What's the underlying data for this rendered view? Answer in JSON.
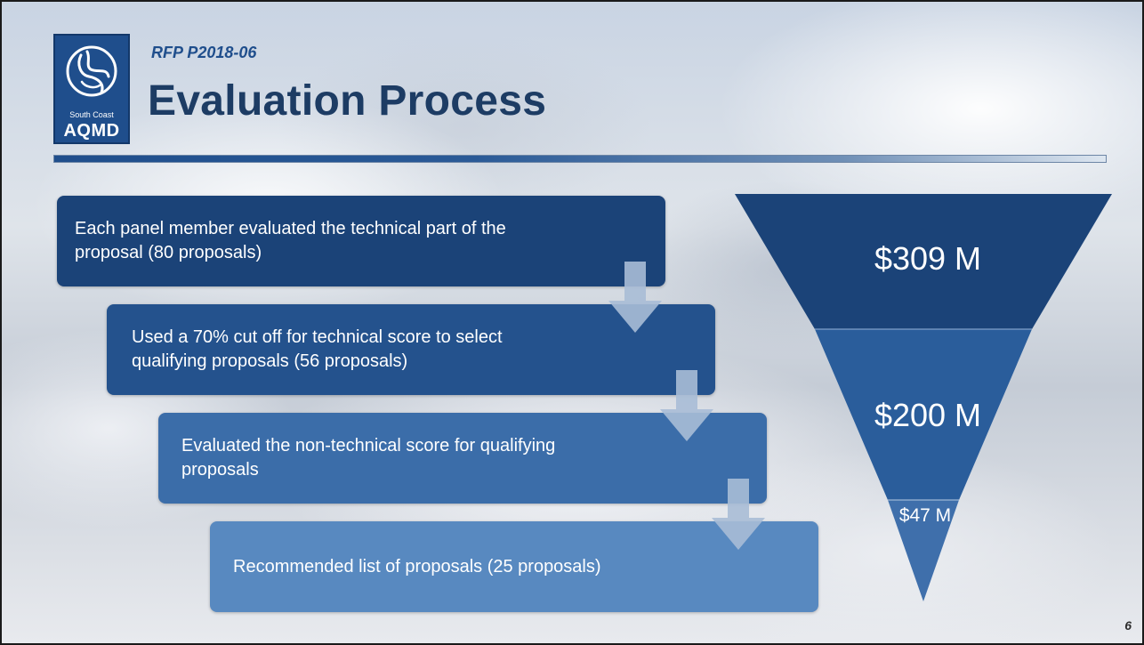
{
  "header": {
    "rfp_number": "RFP P2018-06",
    "title": "Evaluation Process"
  },
  "logo": {
    "line1": "South Coast",
    "line2": "AQMD"
  },
  "steps": [
    {
      "text": "Each panel member evaluated the technical part of the proposal (80 proposals)"
    },
    {
      "text": "Used a 70% cut off for technical score to select qualifying proposals (56 proposals)"
    },
    {
      "text": "Evaluated the non-technical score for qualifying proposals"
    },
    {
      "text": "Recommended list of proposals (25 proposals)"
    }
  ],
  "funnel": [
    {
      "label": "$309 M",
      "color": "#1b4378"
    },
    {
      "label": "$200 M",
      "color": "#2a5d9b"
    },
    {
      "label": "$47 M",
      "color": "#3f6fab"
    }
  ],
  "colors": {
    "brand": "#1f4e8c",
    "title": "#1d3c64",
    "arrow": "#a9bdd6"
  },
  "page_number": "6"
}
